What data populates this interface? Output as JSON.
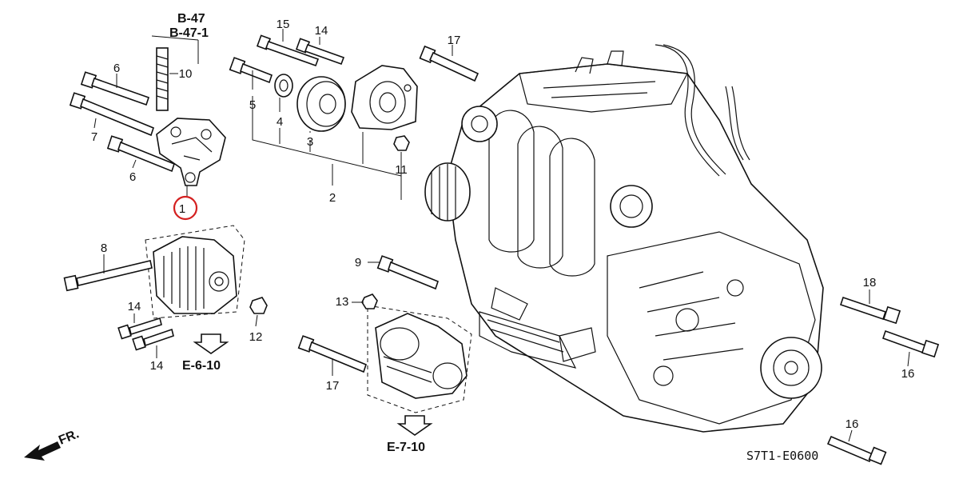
{
  "callouts": {
    "c1": "1",
    "c2": "2",
    "c3": "3",
    "c4": "4",
    "c5": "5",
    "c6a": "6",
    "c6b": "6",
    "c7": "7",
    "c8": "8",
    "c9": "9",
    "c10": "10",
    "c11": "11",
    "c12": "12",
    "c13": "13",
    "c14a": "14",
    "c14b": "14",
    "c14c": "14",
    "c15": "15",
    "c16a": "16",
    "c16b": "16",
    "c17a": "17",
    "c17b": "17",
    "c18": "18"
  },
  "references": {
    "b47": "B-47",
    "b471": "B-47-1",
    "e610": "E-6-10",
    "e710": "E-7-10"
  },
  "direction_label": "FR.",
  "diagram_code": "S7T1-E0600",
  "highlight_color": "#d42020"
}
